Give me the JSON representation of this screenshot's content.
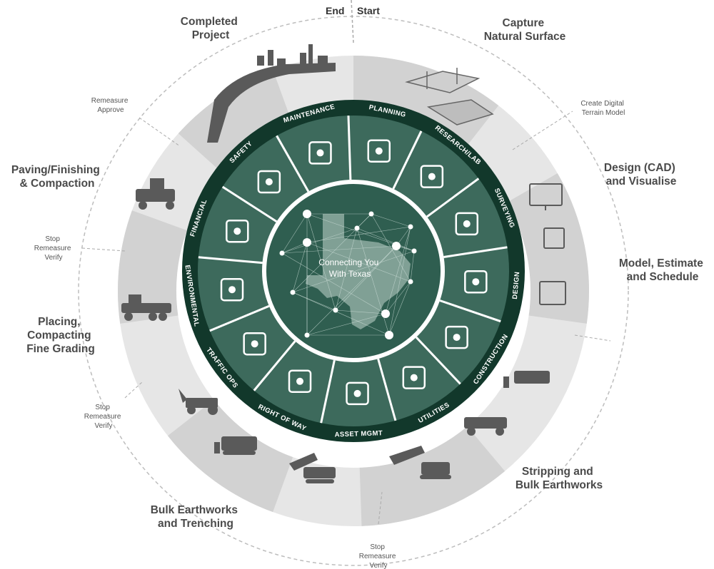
{
  "top": {
    "end": "End",
    "start": "Start"
  },
  "phases": {
    "capture": [
      "Capture",
      "Natural Surface"
    ],
    "design": [
      "Design (CAD)",
      "and Visualise"
    ],
    "model": [
      "Model, Estimate",
      "and Schedule"
    ],
    "stripping": [
      "Stripping and",
      "Bulk Earthworks"
    ],
    "bulk": [
      "Bulk Earthworks",
      "and Trenching"
    ],
    "placing": [
      "Placing,",
      "Compacting",
      "Fine Grading"
    ],
    "paving": [
      "Paving/Finishing",
      "& Compaction"
    ],
    "completed": [
      "Completed",
      "Project"
    ]
  },
  "notes": {
    "dtm": [
      "Create Digital",
      "Terrain Model"
    ],
    "remeasure_approve": [
      "Remeasure",
      "Approve"
    ],
    "stop_left": [
      "Stop",
      "Remeasure",
      "Verify"
    ],
    "stop_lower_left": [
      "Stop",
      "Remeasure",
      "Verify"
    ],
    "stop_bottom": [
      "Stop",
      "Remeasure",
      "Verify"
    ]
  },
  "center": [
    "Connecting You",
    "With Texas"
  ],
  "ring_labels": [
    "PLANNING",
    "RESEARCH/LAB",
    "SURVEYING",
    "DESIGN",
    "CONSTRUCTION",
    "UTILITIES",
    "ASSET MGMT",
    "RIGHT OF WAY",
    "TRAFFIC OPS",
    "ENVIRONMENTAL",
    "FINANCIAL",
    "SAFETY",
    "MAINTENANCE"
  ],
  "segment_icons": [
    "checklist-icon",
    "flask-icon",
    "survey-tripod-icon",
    "gear-pencil-icon",
    "excavator-icon",
    "tools-icon",
    "gear-hands-icon",
    "road-arrows-icon",
    "intersection-icon",
    "plant-hand-icon",
    "growth-chart-icon",
    "traffic-cone-icon",
    "worker-icon"
  ],
  "colors": {
    "ring_dark": "#12382b",
    "segment": "#3d6a5c",
    "inner": "#2f5e50",
    "outer_band": "#e4e4e4",
    "band_dark": "#cfcfcf",
    "icon": "#ffffff",
    "machine": "#5a5a5a"
  }
}
